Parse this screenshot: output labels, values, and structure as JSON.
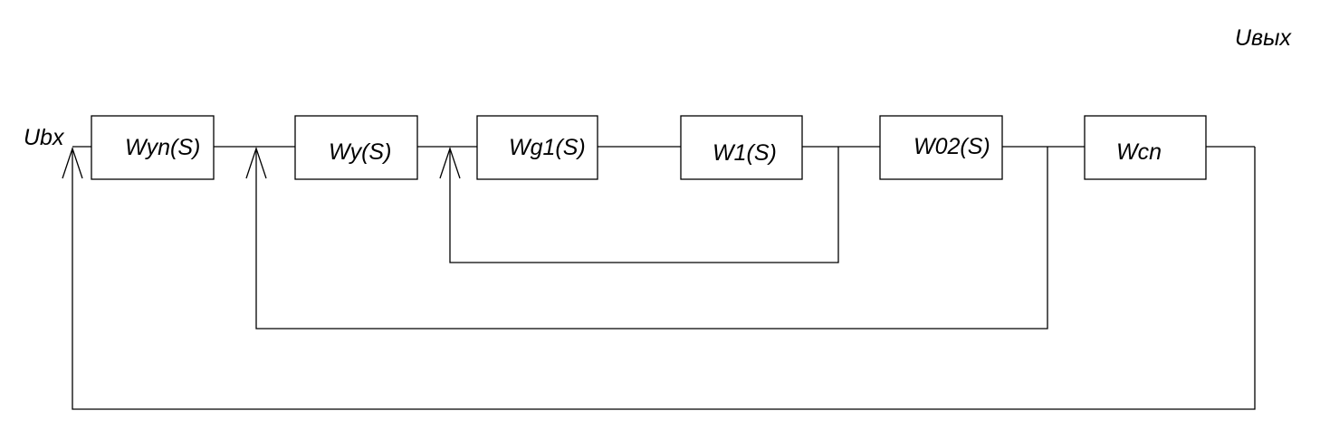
{
  "diagram": {
    "input_label": "Ubx",
    "output_label": "Uвых",
    "blocks": [
      {
        "id": "wyn",
        "label": "Wyn(S)"
      },
      {
        "id": "wy",
        "label": "Wy(S)"
      },
      {
        "id": "wg1",
        "label": "Wg1(S)"
      },
      {
        "id": "w1",
        "label": "W1(S)"
      },
      {
        "id": "w02",
        "label": "W02(S)"
      },
      {
        "id": "wcn",
        "label": "Wcn"
      }
    ]
  }
}
